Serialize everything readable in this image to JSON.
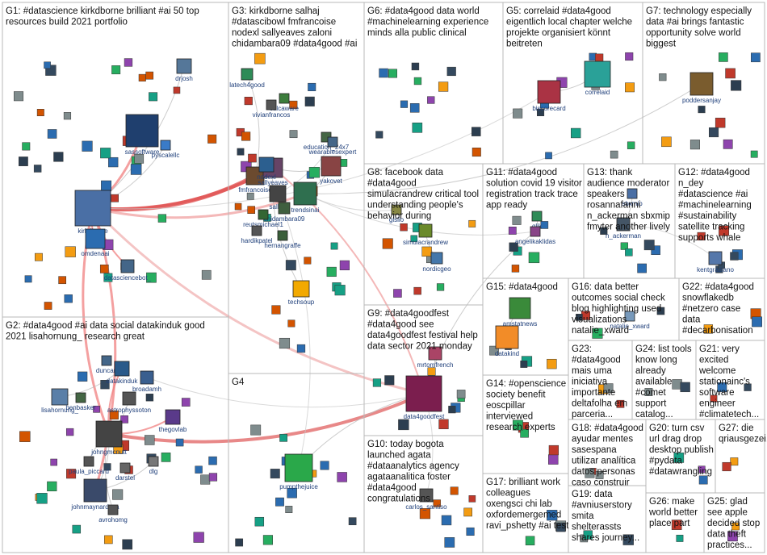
{
  "graph": {
    "groups": [
      {
        "id": "G1",
        "lines": [
          "G1: #datascience kirkdborne brilliant #ai 50 top",
          "resources build 2021 portfolio"
        ]
      },
      {
        "id": "G2",
        "lines": [
          "G2: #data4good #ai data social datakinduk good",
          "2021 lisahornung_ research great"
        ]
      },
      {
        "id": "G3",
        "lines": [
          "G3: kirkdborne salhaj",
          "#datascibowl fmfrancoise",
          "nodexl sallyeaves zaloni",
          "chidambara09 #data4good #ai"
        ]
      },
      {
        "id": "G4",
        "lines": [
          "G4"
        ]
      },
      {
        "id": "G5",
        "lines": [
          "G5: correlaid #data4good",
          "eigentlich local chapter welche",
          "projekte organisiert könnt",
          "beitreten"
        ]
      },
      {
        "id": "G6",
        "lines": [
          "G6: #data4good data world",
          "#machinelearning experience",
          "minds alla public clinical"
        ]
      },
      {
        "id": "G7",
        "lines": [
          "G7: technology especially",
          "data #ai brings fantastic",
          "opportunity solve world",
          "biggest"
        ]
      },
      {
        "id": "G8",
        "lines": [
          "G8: facebook data",
          "#data4good",
          "simulacrandrew critical tool",
          "understanding people's",
          "behavior during"
        ]
      },
      {
        "id": "G9",
        "lines": [
          "G9: #data4goodfest",
          "#data4good see",
          "data4goodfest festival help",
          "data sector 2021 monday"
        ]
      },
      {
        "id": "G10",
        "lines": [
          "G10: today bogota",
          "launched agata",
          "#dataanalytics agency",
          "agataanalitica foster",
          "#data4good",
          "congratulations"
        ]
      },
      {
        "id": "G11",
        "lines": [
          "G11: #data4good",
          "solution covid 19 visitor",
          "registration track trace",
          "app ready"
        ]
      },
      {
        "id": "G12",
        "lines": [
          "G12: #data4good",
          "n_dey",
          "#datascience #ai",
          "#machinelearning",
          "#sustainability",
          "satellite tracking",
          "supports whale"
        ]
      },
      {
        "id": "G13",
        "lines": [
          "G13: thank",
          "audience moderator",
          "speakers",
          "rosannafanni",
          "n_ackerman sbxmip",
          "fmyter another lively"
        ]
      },
      {
        "id": "G14",
        "lines": [
          "G14: #openscience",
          "society benefit",
          "eoscpillar",
          "interviewed",
          "research experts"
        ]
      },
      {
        "id": "G15",
        "lines": [
          "G15: #data4good"
        ]
      },
      {
        "id": "G16",
        "lines": [
          "G16: data better",
          "outcomes social check",
          "blog highlighting used",
          "visualizations",
          "natalie_xward"
        ]
      },
      {
        "id": "G17",
        "lines": [
          "G17: brilliant work",
          "colleagues",
          "oxengsci chi lab",
          "oxfordemergemed",
          "ravi_pshetty #ai test"
        ]
      },
      {
        "id": "G18",
        "lines": [
          "G18: #data4good",
          "ayudar mentes",
          "sasespana",
          "utilizar analítica",
          "datos personas",
          "caso construir"
        ]
      },
      {
        "id": "G19",
        "lines": [
          "G19: data",
          "#avniuserstory",
          "smita",
          "shelterassts",
          "shares journey..."
        ]
      },
      {
        "id": "G20",
        "lines": [
          "G20: turn csv",
          "url drag drop",
          "desktop publish",
          "#pydata",
          "#datawrangling"
        ]
      },
      {
        "id": "G21",
        "lines": [
          "G21: very",
          "excited",
          "welcome",
          "stationainc's",
          "software",
          "engineer",
          "#climatetech..."
        ]
      },
      {
        "id": "G22",
        "lines": [
          "G22: #data4good",
          "snowflakedb",
          "#netzero case",
          "data",
          "#decarbonisation"
        ]
      },
      {
        "id": "G23",
        "lines": [
          "G23:",
          "#data4good",
          "mais uma",
          "iniciativa",
          "importante",
          "deltafolha em",
          "parceria..."
        ]
      },
      {
        "id": "G24",
        "lines": [
          "G24: list tools",
          "know long",
          "already",
          "available",
          "#comet",
          "support",
          "catalog..."
        ]
      },
      {
        "id": "G25",
        "lines": [
          "G25: glad",
          "see apple",
          "decided stop",
          "data theft",
          "practices..."
        ]
      },
      {
        "id": "G26",
        "lines": [
          "G26: make",
          "world better",
          "place part"
        ]
      },
      {
        "id": "G27",
        "lines": [
          "G27: die",
          "qriausgezei..."
        ]
      }
    ],
    "nodes": [
      {
        "label": "kirkdborne",
        "color": "#4a6fa5"
      },
      {
        "label": "sassoftware",
        "color": "#1f3f6e"
      },
      {
        "label": "pyscalellc",
        "color": "#3a7bc8"
      },
      {
        "label": "drjosh",
        "color": "#557799"
      },
      {
        "label": "omdenaai",
        "color": "#2b6cb0"
      },
      {
        "label": "datasciencebot_",
        "color": "#446688"
      },
      {
        "label": "latech4good",
        "color": "#2e8b57"
      },
      {
        "label": "calcaware",
        "color": "#3c7d3c"
      },
      {
        "label": "vivianfrancos",
        "color": "#555555"
      },
      {
        "label": "education_24x7",
        "color": "#446644"
      },
      {
        "label": "fmfrancoise",
        "color": "#6b4a2f"
      },
      {
        "label": "sallyeaves",
        "color": "#664466"
      },
      {
        "label": "salhaj",
        "color": "#444444"
      },
      {
        "label": "chidambara09",
        "color": "#3f5f3f"
      },
      {
        "label": "reutsmichael1",
        "color": "#336633"
      },
      {
        "label": "trendsinai",
        "color": "#2f6f4f"
      },
      {
        "label": "yakovet",
        "color": "#884444"
      },
      {
        "label": "nodexl",
        "color": "#2c5f8f"
      },
      {
        "label": "hardikpatel",
        "color": "#555555"
      },
      {
        "label": "hernangraffe",
        "color": "#3a5f3a"
      },
      {
        "label": "wearablesexpert",
        "color": "#446688"
      },
      {
        "label": "techsoup",
        "color": "#f2a900"
      },
      {
        "label": "biscorecard",
        "color": "#aa3344"
      },
      {
        "label": "correlaid",
        "color": "#2aa198"
      },
      {
        "label": "poddersanjay",
        "color": "#7a5c2e"
      },
      {
        "label": "gislio",
        "color": "#888844"
      },
      {
        "label": "simulacrandrew",
        "color": "#6a8a2a"
      },
      {
        "label": "nordicgeo",
        "color": "#4477aa"
      },
      {
        "label": "qlik",
        "color": "#2e8b57"
      },
      {
        "label": "angelikaklidas",
        "color": "#884488"
      },
      {
        "label": "n_ackerman",
        "color": "#445566"
      },
      {
        "label": "sbxmip",
        "color": "#4a6fa5"
      },
      {
        "label": "kentgraziano",
        "color": "#5577aa"
      },
      {
        "label": "mrtomfrench",
        "color": "#aa4466"
      },
      {
        "label": "data4goodfest",
        "color": "#7b1e4e"
      },
      {
        "label": "amstatnews",
        "color": "#3a8a3a"
      },
      {
        "label": "datakind",
        "color": "#f28c28"
      },
      {
        "label": "natalie_xward",
        "color": "#7799bb"
      },
      {
        "label": "duncan",
        "color": "#446688"
      },
      {
        "label": "datakinduk",
        "color": "#2a5a8a"
      },
      {
        "label": "broadamh",
        "color": "#3a5f8f"
      },
      {
        "label": "astrophyssoton",
        "color": "#555555"
      },
      {
        "label": "lisahornung_",
        "color": "#5a7fa8"
      },
      {
        "label": "benbasker",
        "color": "#446644"
      },
      {
        "label": "thegovlab",
        "color": "#5a3a8a"
      },
      {
        "label": "johngmcnutt",
        "color": "#444444"
      },
      {
        "label": "paula_piccard",
        "color": "#555555"
      },
      {
        "label": "darstel",
        "color": "#666666"
      },
      {
        "label": "johnmaynardcpa",
        "color": "#3a4a6a"
      },
      {
        "label": "dlg",
        "color": "#777777"
      },
      {
        "label": "avrohomg",
        "color": "#555555"
      },
      {
        "label": "pumpthejuice",
        "color": "#2aa84a"
      },
      {
        "label": "carlos_santiso",
        "color": "#555555"
      }
    ]
  }
}
